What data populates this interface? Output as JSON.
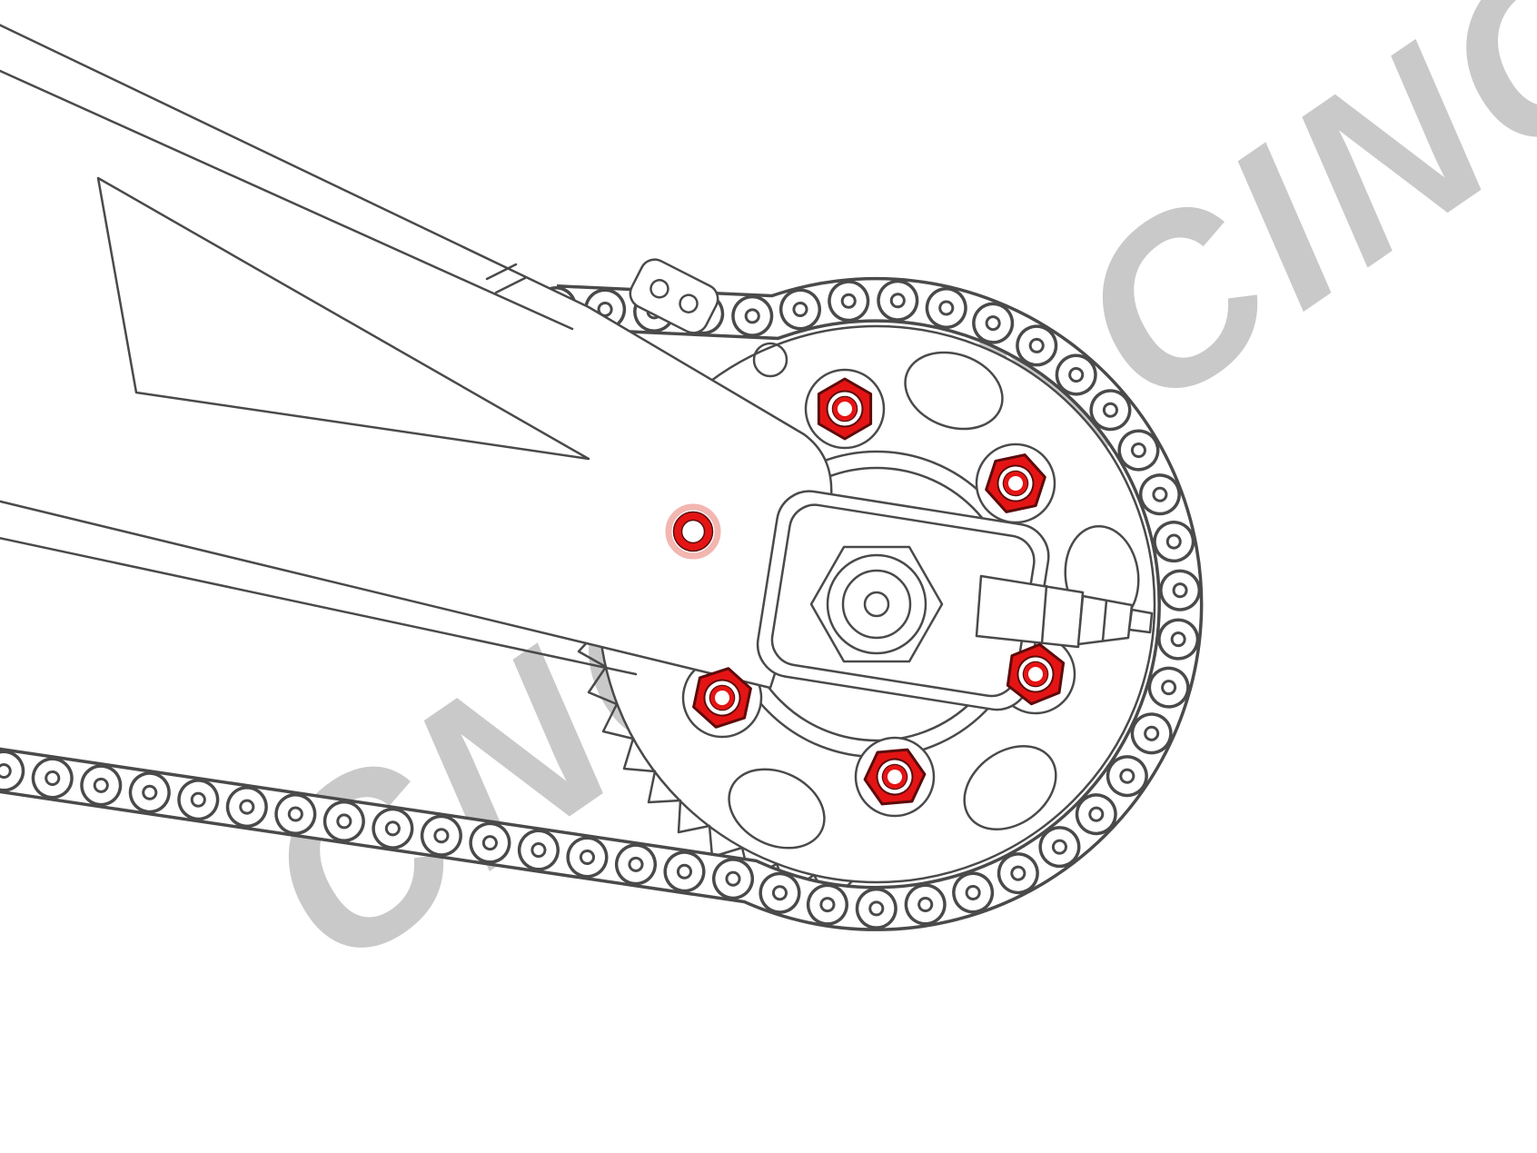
{
  "watermark": {
    "text": "CNC RACING"
  },
  "colors": {
    "background": "#ffffff",
    "line": "#4a4a4a",
    "highlight_red": "#e51414",
    "highlight_red_dark": "#5c0b0b",
    "highlight_halo": "#f3b6b1",
    "watermark_gray": "#c9c9c9"
  },
  "figure": {
    "type": "technical-illustration",
    "highlighted_parts": {
      "red_sprocket_nuts": 5,
      "red_washers": 1
    }
  }
}
